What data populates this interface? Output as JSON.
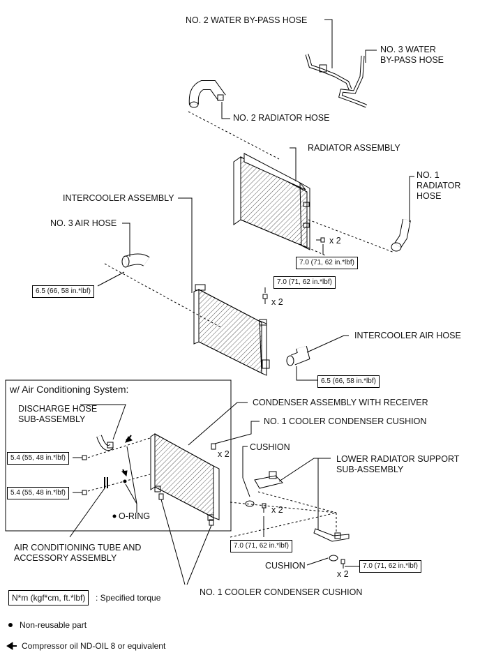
{
  "labels": {
    "no2_water_bypass_hose": "NO. 2 WATER BY-PASS HOSE",
    "no3_water_bypass_hose": "NO. 3 WATER\nBY-PASS HOSE",
    "no2_radiator_hose": "NO. 2 RADIATOR HOSE",
    "radiator_assembly": "RADIATOR ASSEMBLY",
    "no1_radiator_hose": "NO. 1\nRADIATOR\nHOSE",
    "intercooler_assembly": "INTERCOOLER ASSEMBLY",
    "no3_air_hose": "NO. 3 AIR HOSE",
    "intercooler_air_hose": "INTERCOOLER AIR HOSE",
    "condenser_assembly": "CONDENSER ASSEMBLY WITH RECEIVER",
    "discharge_hose": "DISCHARGE HOSE\nSUB-ASSEMBLY",
    "no1_cooler_condenser_cushion_top": "NO. 1 COOLER CONDENSER CUSHION",
    "cushion_top": "CUSHION",
    "lower_radiator_support": "LOWER RADIATOR SUPPORT\nSUB-ASSEMBLY",
    "o_ring": "O-RING",
    "ac_tube": "AIR CONDITIONING TUBE AND\nACCESSORY ASSEMBLY",
    "cushion_bottom": "CUSHION",
    "no1_cooler_condenser_cushion_bottom": "NO. 1 COOLER CONDENSER CUSHION"
  },
  "torques": {
    "radiator": "7.0 (71, 62 in.*lbf)",
    "intercooler": "7.0 (71, 62 in.*lbf)",
    "no3_air_hose": "6.5 (66, 58 in.*lbf)",
    "intercooler_air_hose": "6.5 (66, 58 in.*lbf)",
    "discharge_hose": "5.4 (55, 48 in.*lbf)",
    "ac_tube": "5.4 (55, 48 in.*lbf)",
    "lower_support_center": "7.0 (71, 62 in.*lbf)",
    "lower_support_right": "7.0 (71, 62 in.*lbf)"
  },
  "quantities": {
    "radiator": "x 2",
    "intercooler": "x 2",
    "condenser_cushion": "x 2",
    "lower_support_center": "x 2",
    "lower_support_right": "x 2"
  },
  "ac_box_title": "w/ Air Conditioning System:",
  "legend": {
    "torque_unit": "N*m (kgf*cm, ft.*lbf)",
    "torque_desc": ": Specified torque",
    "non_reusable": "Non-reusable part",
    "compressor_oil": "Compressor oil ND-OIL 8 or equivalent"
  },
  "colors": {
    "line": "#000000",
    "background": "#ffffff"
  }
}
